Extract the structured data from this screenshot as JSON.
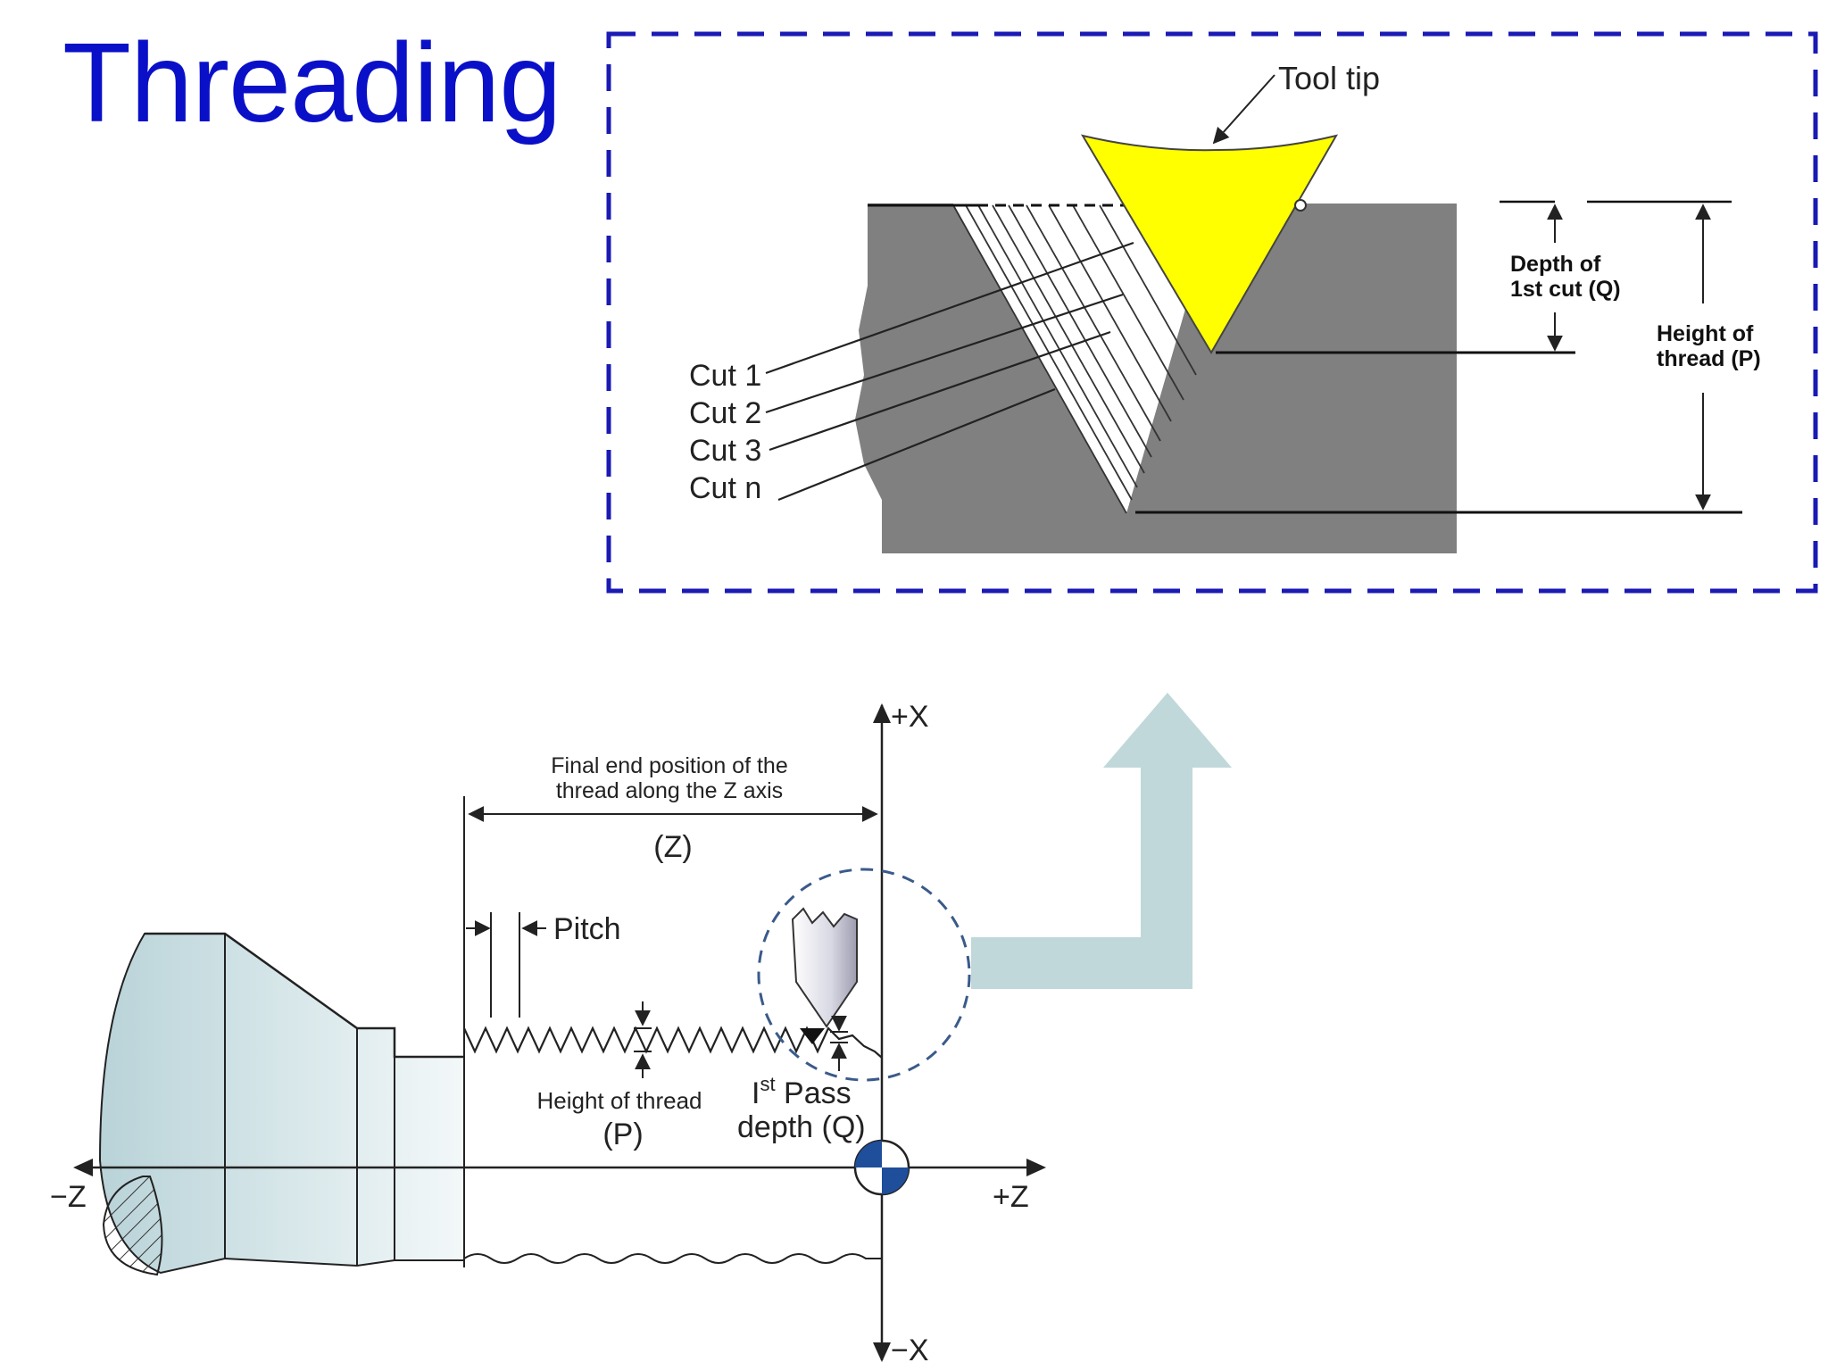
{
  "title": "Threading",
  "colors": {
    "title": "#0a10c8",
    "inset_border": "#1a1ab4",
    "tool_tip": "#ffff00",
    "workpiece": "#808080",
    "arrow": "#c0d8da",
    "origin_marker": "#1f4e9a"
  },
  "detail": {
    "tool_tip_label": "Tool tip",
    "cuts": [
      "Cut 1",
      "Cut 2",
      "Cut 3",
      "Cut n"
    ],
    "depth_first_cut": [
      "Depth of",
      "1st cut (Q)"
    ],
    "height_of_thread": [
      "Height of",
      "thread (P)"
    ]
  },
  "lathe": {
    "final_end_label": [
      "Final end position of the",
      "thread along the Z axis"
    ],
    "z_label": "(Z)",
    "pitch_label": "Pitch",
    "height_label": "Height of thread",
    "height_symbol": "(P)",
    "pass_label_prefix": "I",
    "pass_label_sup": "st",
    "pass_label_suffix": " Pass",
    "pass_depth": "depth (Q)",
    "axes": {
      "plus_x": "+X",
      "minus_x": "−X",
      "plus_z": "+Z",
      "minus_z": "−Z"
    }
  }
}
